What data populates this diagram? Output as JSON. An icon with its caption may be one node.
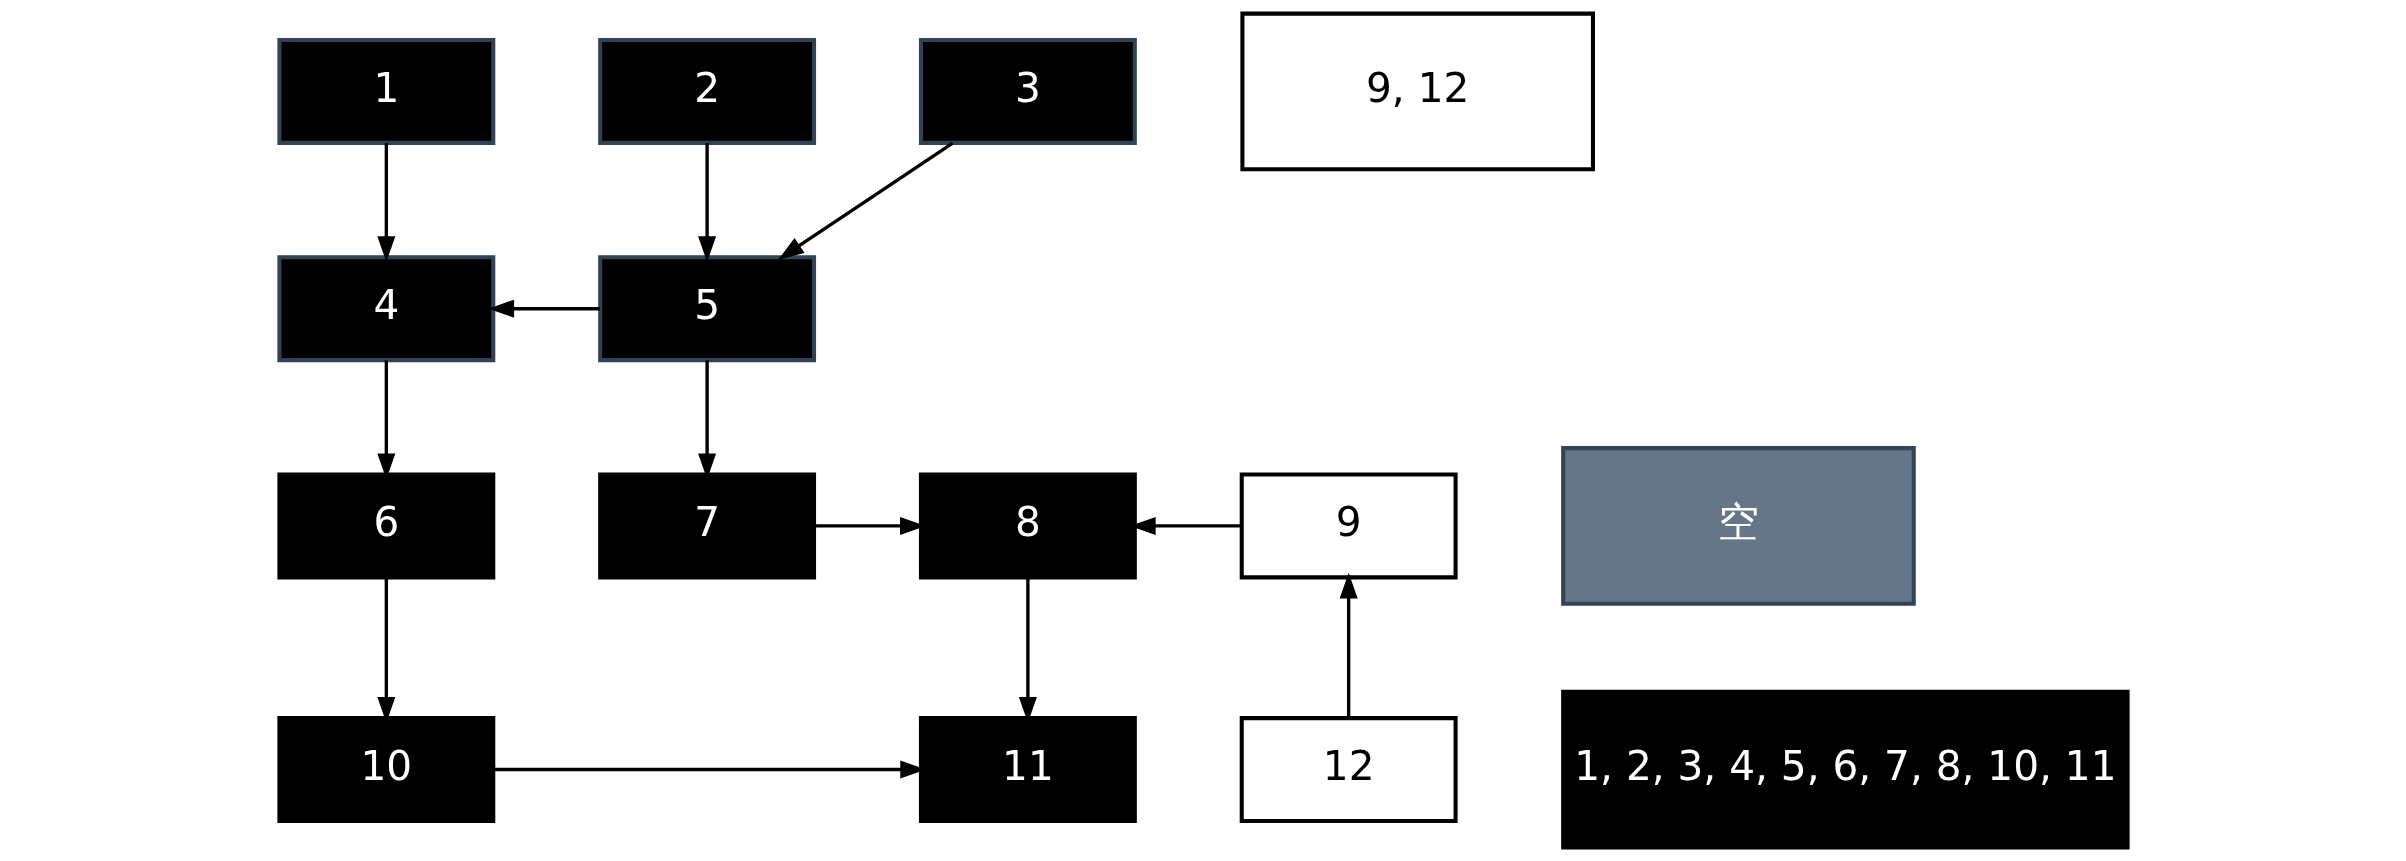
{
  "diagram": {
    "nodes": [
      {
        "text": [
          "1"
        ]
      },
      {
        "text": [
          "2"
        ]
      },
      {
        "text": [
          "3"
        ]
      },
      {
        "text": [
          "4"
        ]
      },
      {
        "text": [
          "5"
        ]
      },
      {
        "text": [
          "6"
        ]
      },
      {
        "text": [
          "7"
        ]
      },
      {
        "text": [
          "8"
        ]
      },
      {
        "text": [
          "9"
        ]
      },
      {
        "text": [
          "10"
        ]
      },
      {
        "text": [
          "11"
        ]
      },
      {
        "text": [
          "12"
        ]
      },
      {
        "text": [
          "9, 12"
        ]
      },
      {
        "text": [
          "空"
        ]
      },
      {
        "text": [
          "1, 2, 3, 4, 5, 6, 7, 8, 10, 11"
        ]
      }
    ],
    "edges": [
      {
        "from": 0,
        "to": 3,
        "arrow": "to"
      },
      {
        "from": 1,
        "to": 4,
        "arrow": "to"
      },
      {
        "from": 2,
        "to": 4,
        "arrow": "to"
      },
      {
        "from": 4,
        "to": 3,
        "arrow": "to"
      },
      {
        "from": 3,
        "to": 5,
        "arrow": "to"
      },
      {
        "from": 4,
        "to": 6,
        "arrow": "to"
      },
      {
        "from": 6,
        "to": 7,
        "arrow": "to"
      },
      {
        "from": 8,
        "to": 7,
        "arrow": "to"
      },
      {
        "from": 11,
        "to": 8,
        "arrow": "to"
      },
      {
        "from": 5,
        "to": 9,
        "arrow": "to"
      },
      {
        "from": 7,
        "to": 10,
        "arrow": "to"
      },
      {
        "from": 9,
        "to": 10,
        "arrow": "to"
      }
    ]
  }
}
